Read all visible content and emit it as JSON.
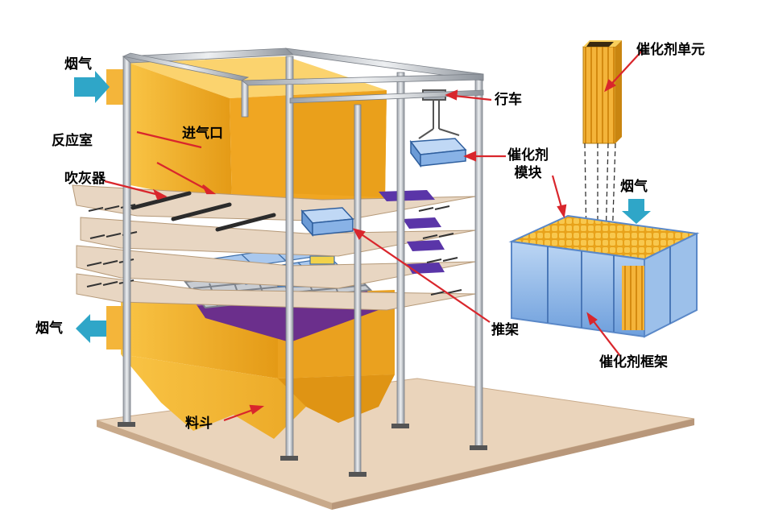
{
  "labels": {
    "flue_gas_in": "烟气",
    "flue_gas_out": "烟气",
    "flue_gas_down": "烟气",
    "inlet": "进气口",
    "reactor": "反应室",
    "soot_blower": "吹灰器",
    "crane": "行车",
    "catalyst_module": "催化剂\n模块",
    "tray_rack": "推架",
    "hopper": "料斗",
    "catalyst_unit": "催化剂单元",
    "catalyst_frame": "催化剂框架"
  },
  "colors": {
    "reactor_body": "#f6b32a",
    "reactor_shade": "#e39a12",
    "frame_steel": "#c7cbd0",
    "base_plate": "#e9d2b8",
    "arrow_red": "#d9262c",
    "flow_arrow": "#2fa6c8",
    "module_blue": "#8fb8e8",
    "purple": "#6b2f8c"
  }
}
